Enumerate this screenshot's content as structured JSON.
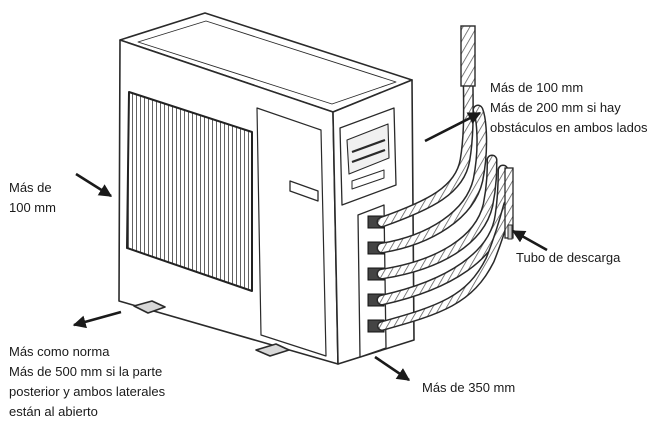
{
  "labels": {
    "left": [
      "Más de",
      "100 mm"
    ],
    "top_right": [
      "Más de 100 mm",
      "Más de 200 mm si hay",
      "obstáculos en ambos lados"
    ],
    "drain": "Tubo de descarga",
    "rear": [
      "Más como norma",
      "Más de 500 mm si la parte",
      "posterior y ambos laterales",
      "están al abierto"
    ],
    "front": "Más de 350 mm"
  },
  "colors": {
    "line": "#2a2a2a",
    "fill": "#ffffff",
    "grille": "#3a3a3a",
    "arrow": "#1a1a1a"
  }
}
